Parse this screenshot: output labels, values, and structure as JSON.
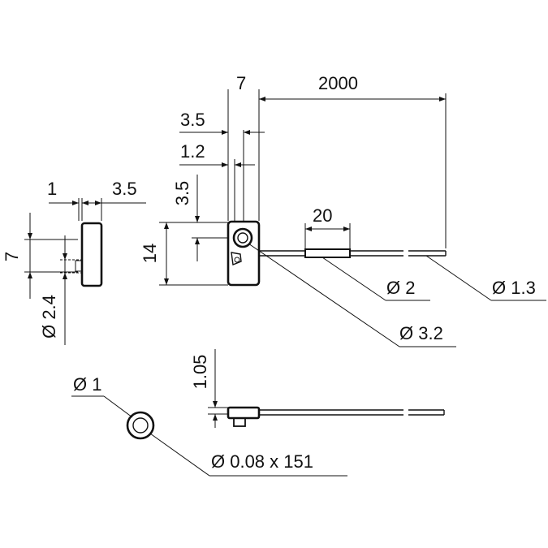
{
  "dimensions": {
    "d7_top": "7",
    "d2000": "2000",
    "d3_5_top": "3.5",
    "d1_2": "1.2",
    "d3_5_vert": "3.5",
    "d14": "14",
    "d20": "20",
    "d1_left": "1",
    "d3_5_left": "3.5",
    "d7_left": "7",
    "d2_4": "Ø 2.4",
    "d_dia2": "Ø 2",
    "d_dia1_3": "Ø 1.3",
    "d_dia3_2": "Ø 3.2",
    "d1_05": "1.05",
    "d_dia1": "Ø 1",
    "d_dia0_08": "Ø 0.08 x 151"
  }
}
